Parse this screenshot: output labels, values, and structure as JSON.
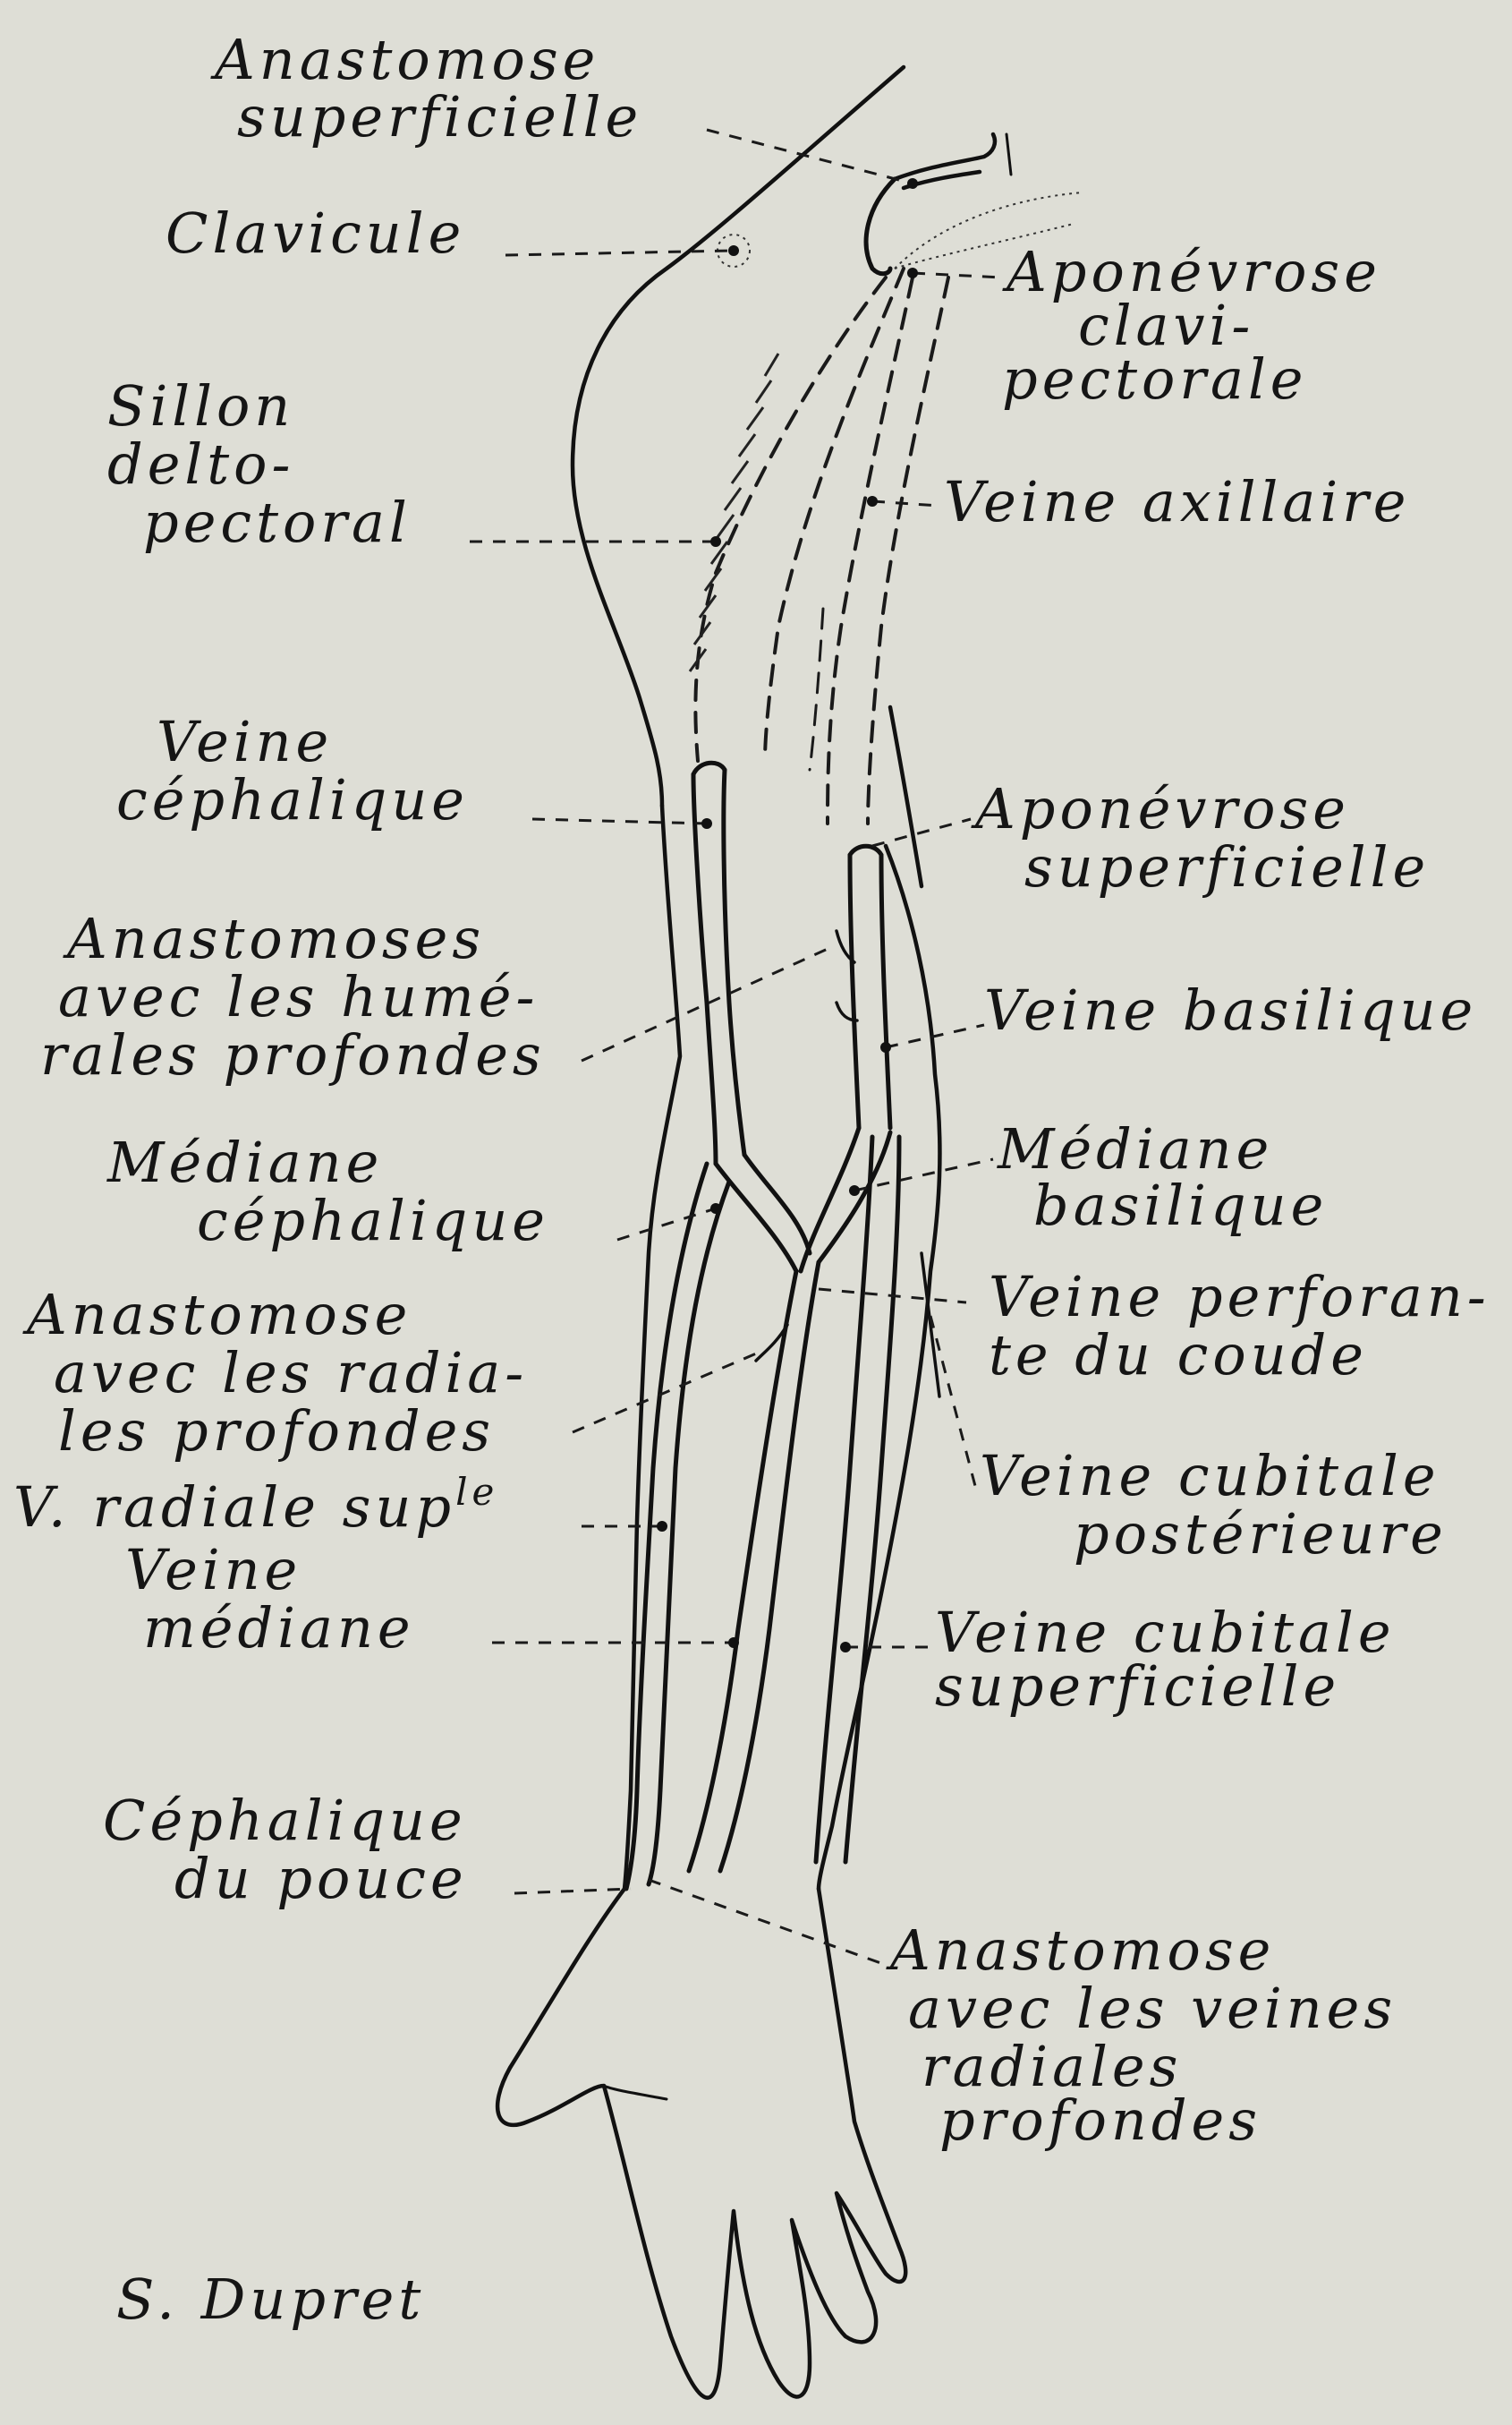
{
  "labels": {
    "anastomose_superficielle": [
      "Anastomose",
      "superficielle"
    ],
    "clavicule": [
      "Clavicule"
    ],
    "sillon_delto_pectoral": [
      "Sillon",
      "delto-",
      "pectoral"
    ],
    "veine_cephalique": [
      "Veine",
      "céphalique"
    ],
    "anastomoses_humerales": [
      "Anastomoses",
      "avec les humé-",
      "rales profondes"
    ],
    "mediane_cephalique": [
      "Médiane",
      "céphalique"
    ],
    "anastomose_radiales": [
      "Anastomose",
      "avec les radia-",
      "les profondes"
    ],
    "radiale_superficielle_prefix": "V. radiale sup",
    "radiale_superficielle_sup": "le",
    "veine_mediane": [
      "Veine",
      "médiane"
    ],
    "cephalique_pouce": [
      "Céphalique",
      "du pouce"
    ],
    "aponevrose_clavi_pectorale": [
      "Aponévrose",
      "clavi-",
      "pectorale"
    ],
    "veine_axillaire": [
      "Veine axillaire"
    ],
    "aponevrose_superficielle": [
      "Aponévrose",
      "superficielle"
    ],
    "veine_basilique": [
      "Veine basilique"
    ],
    "mediane_basilique": [
      "Médiane",
      "basilique"
    ],
    "veine_perforante": [
      "Veine perforan-",
      "te du coude"
    ],
    "veine_cubitale_posterieure": [
      "Veine cubitale",
      "postérieure"
    ],
    "veine_cubitale_superficielle": [
      "Veine cubitale",
      "superficielle"
    ],
    "anastomose_veines_radiales": [
      "Anastomose",
      "avec les veines",
      "radiales",
      "profondes"
    ]
  },
  "signature": "S. Dupret"
}
